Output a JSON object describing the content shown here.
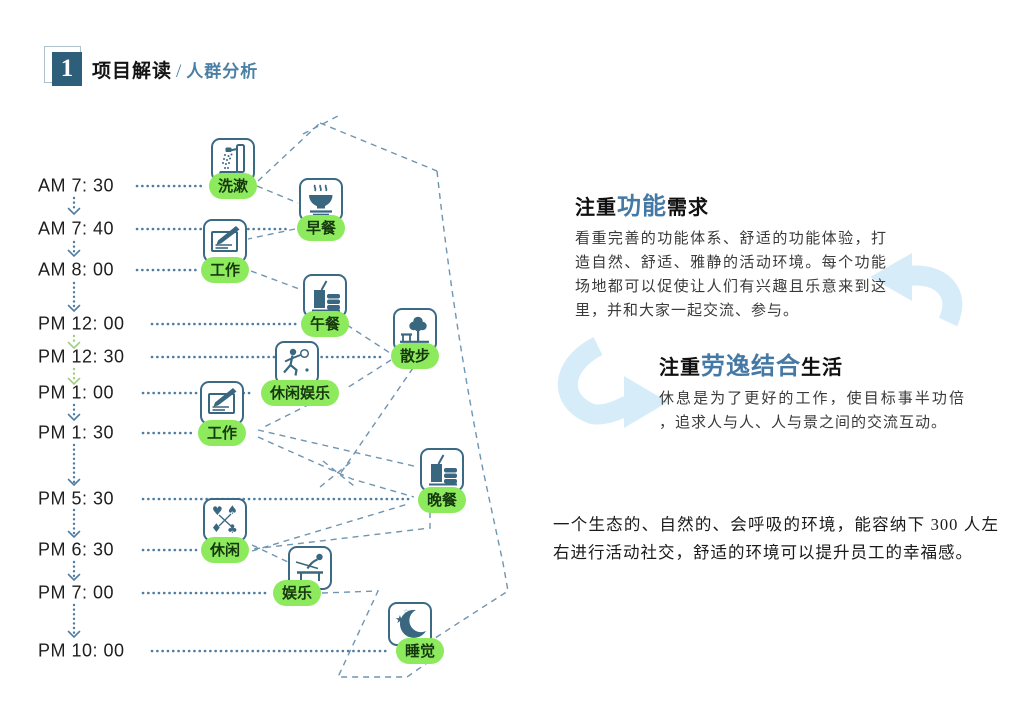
{
  "header": {
    "number": "1",
    "title_main": "项目解读",
    "separator": "/",
    "title_sub": "人群分析"
  },
  "timeline": {
    "entries": [
      {
        "time": "AM 7: 30",
        "label": "洗漱",
        "icon": "shower-icon"
      },
      {
        "time": "AM 7: 40",
        "label": "早餐",
        "icon": "breakfast-icon"
      },
      {
        "time": "AM 8: 00",
        "label": "工作",
        "icon": "work-icon"
      },
      {
        "time": "PM 12: 00",
        "label": "午餐",
        "icon": "lunch-icon"
      },
      {
        "time": "PM 12: 30",
        "label": "散步",
        "icon": "walk-icon"
      },
      {
        "time": "PM 1: 00",
        "label": "休闲娱乐",
        "icon": "leisure-sports-icon"
      },
      {
        "time": "PM 1: 30",
        "label": "工作",
        "icon": "work-icon"
      },
      {
        "time": "PM 5: 30",
        "label": "晚餐",
        "icon": "dinner-icon"
      },
      {
        "time": "PM 6: 30",
        "label": "休闲",
        "icon": "cards-icon"
      },
      {
        "time": "PM 7: 00",
        "label": "娱乐",
        "icon": "billiards-icon"
      },
      {
        "time": "PM 10: 00",
        "label": "睡觉",
        "icon": "sleep-icon"
      }
    ]
  },
  "notes": [
    {
      "title_prefix": "注重",
      "title_highlight": "功能",
      "title_suffix": "需求",
      "body": "看重完善的功能体系、舒适的功能体验，打造自然、舒适、雅静的活动环境。每个功能场地都可以促使让人们有兴趣且乐意来到这里，并和大家一起交流、参与。"
    },
    {
      "title_prefix": "注重",
      "title_highlight": "劳逸结合",
      "title_suffix": "生活",
      "body": "休息是为了更好的工作，使目标事半功倍 ，追求人与人、人与景之间的交流互动。"
    }
  ],
  "summary": "一个生态的、自然的、会呼吸的环境，能容纳下 300 人左右进行活动社交，舒适的环境可以提升员工的幸福感。",
  "colors": {
    "accent_teal": "#3b6a85",
    "line_blue": "#4d7da4",
    "dash_blue": "#6f95b1",
    "pill_green": "#8dea5d",
    "flow_green": "#9ed080",
    "highlight_blue": "#4579a5",
    "arrow_light_blue": "#d6edf9",
    "number_box": "#2d5f7b"
  }
}
